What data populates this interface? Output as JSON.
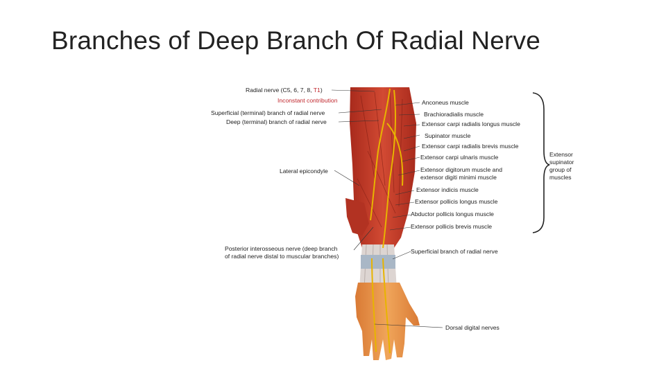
{
  "slide": {
    "title": "Branches of Deep Branch Of Radial Nerve"
  },
  "figure": {
    "left_labels": {
      "radial_nerve_prefix": "Radial nerve (C5, 6, 7, 8, ",
      "radial_nerve_t1": "T1",
      "radial_nerve_suffix": ")",
      "inconstant_contribution": "Inconstant contribution",
      "superficial_branch": "Superficial (terminal) branch of radial nerve",
      "deep_branch": "Deep (terminal) branch of radial nerve",
      "lateral_epicondyle": "Lateral epicondyle",
      "posterior_interosseous_line1": "Posterior interosseous nerve (deep branch",
      "posterior_interosseous_line2": "of radial nerve distal to muscular branches)"
    },
    "right_labels": {
      "anconeus": "Anconeus muscle",
      "brachioradialis": "Brachioradialis muscle",
      "ecrl": "Extensor carpi radialis longus muscle",
      "supinator": "Supinator muscle",
      "ecrb": "Extensor carpi radialis brevis muscle",
      "ecu": "Extensor carpi ulnaris muscle",
      "edm_line1": "Extensor digitorum muscle and",
      "edm_line2": "extensor digiti minimi muscle",
      "extensor_indicis": "Extensor indicis muscle",
      "epl": "Extensor pollicis longus muscle",
      "apl": "Abductor pollicis longus muscle",
      "epb": "Extensor pollicis brevis muscle",
      "superficial_branch_wrist": "Superficial branch of radial nerve",
      "dorsal_digital": "Dorsal digital nerves"
    },
    "group_label": "Extensor\nsupinator\ngroup of\nmuscles",
    "colors": {
      "muscle": "#c0392b",
      "muscle_dark": "#8e1f14",
      "nerve": "#e8b400",
      "skin": "#e8893c",
      "tendon": "#d9d2cf",
      "label_red": "#c0272d"
    }
  }
}
